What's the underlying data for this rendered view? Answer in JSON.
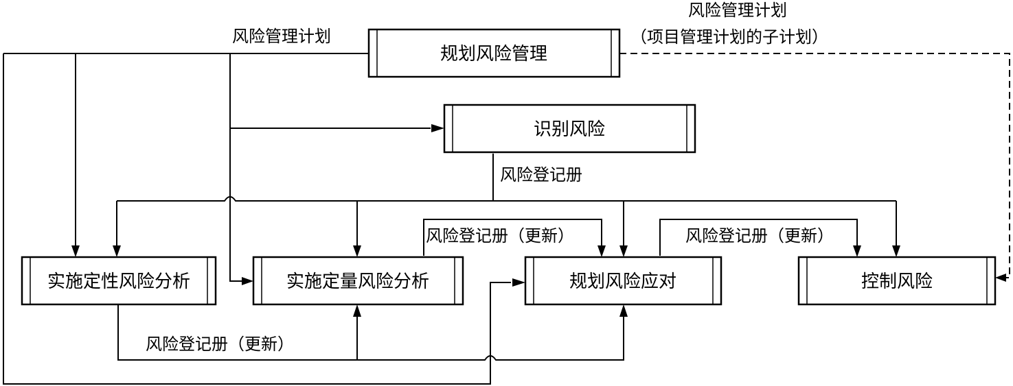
{
  "processes": {
    "plan_risk_management": "规划风险管理",
    "identify_risks": "识别风险",
    "qualitative_analysis": "实施定性风险分析",
    "quantitative_analysis": "实施定量风险分析",
    "plan_risk_responses": "规划风险应对",
    "control_risks": "控制风险"
  },
  "labels": {
    "risk_mgmt_plan": "风险管理计划",
    "risk_mgmt_plan_right": "风险管理计划",
    "risk_mgmt_plan_subplan": "（项目管理计划的子计划）",
    "risk_register": "风险登记册",
    "risk_register_update_1": "风险登记册（更新）",
    "risk_register_update_2": "风险登记册（更新）",
    "risk_register_update_3": "风险登记册（更新）"
  },
  "colors": {
    "stroke": "#000000",
    "background": "#ffffff"
  }
}
